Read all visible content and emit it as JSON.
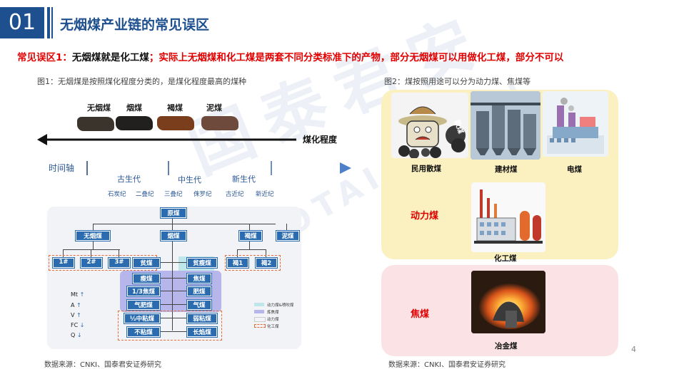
{
  "header": {
    "number": "01",
    "title": "无烟煤产业链的常见误区"
  },
  "misconception": {
    "prefix": "常见误区1：",
    "statement": "无烟煤就是化工煤",
    "sep": "；",
    "explanation": "实际上无烟煤和化工煤是两套不同分类标准下的产物，部分无烟煤可以用做化工煤，部分不可以"
  },
  "figure1": {
    "caption": "图1：无烟煤是按照煤化程度分类的，是煤化程度最高的煤种",
    "coal_types": [
      "无烟煤",
      "烟煤",
      "褐煤",
      "泥煤"
    ],
    "coal_colors": [
      "#3b342c",
      "#22201e",
      "#7a3e1d",
      "#6e4a3c"
    ],
    "coalification_label": "煤化程度",
    "timeline_label": "时间轴",
    "eras": [
      "古生代",
      "中生代",
      "新生代"
    ],
    "periods": [
      "石炭纪",
      "二叠纪",
      "三叠纪",
      "侏罗纪",
      "古近纪",
      "新近纪"
    ],
    "source": "数据来源：CNKI、国泰君安证券研究"
  },
  "classification": {
    "root": "原煤",
    "level1": [
      "无烟煤",
      "烟煤",
      "褐煤",
      "泥煤"
    ],
    "anthracite_grades": [
      "1#",
      "2#",
      "3#"
    ],
    "lignite_grades": [
      "褐1",
      "褐2"
    ],
    "bituminous_left": [
      "贫煤",
      "瘦煤",
      "1/3焦煤",
      "气肥煤",
      "½中粘煤",
      "不粘煤"
    ],
    "bituminous_right": [
      "贫瘦煤",
      "焦煤",
      "肥煤",
      "气煤",
      "弱粘煤",
      "长焰煤"
    ],
    "axis": [
      "Mt",
      "A",
      "V",
      "FC",
      "Q"
    ],
    "axis_arrows": [
      "↑",
      "↑",
      "↑",
      "↓",
      "↓"
    ],
    "legend": [
      "动力煤&喷吹煤",
      "炼焦煤",
      "动力煤",
      "化工煤"
    ],
    "colors": {
      "node": "#2b6cb0",
      "teal": "#bfe7ea",
      "purple": "#b7b6ea",
      "dash": "#e86b3a"
    }
  },
  "figure2": {
    "caption": "图2：煤按照用途可以分为动力煤、焦煤等",
    "uses": [
      "民用散煤",
      "建材煤",
      "电煤",
      "化工煤",
      "冶金煤"
    ],
    "sanmei_tag": "散煤",
    "categories": [
      "动力煤",
      "焦煤"
    ],
    "source": "数据来源：CNKI、国泰君安证券研究"
  },
  "watermark": "国泰君安",
  "watermark_latin": "GUOTAI JUNAN",
  "page_number": "4"
}
